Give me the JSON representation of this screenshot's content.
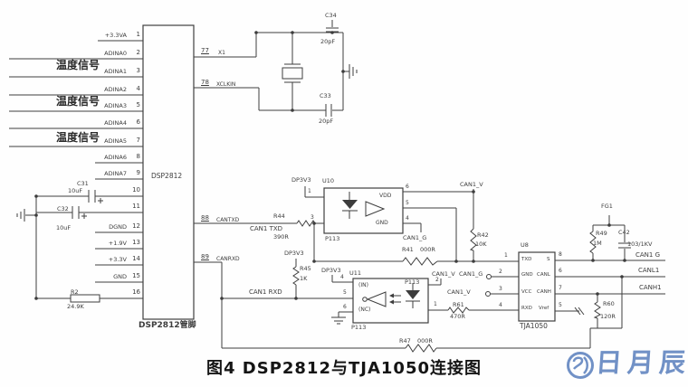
{
  "page": {
    "caption": "图4 DSP2812与TJA1050连接图",
    "watermark_text": "日月辰",
    "ink_color": "#3c3c3c",
    "watermark_color": "#7191c6"
  },
  "dsp": {
    "ref": "DSP2812",
    "footer": "DSP2812管脚",
    "temp_signals": [
      "温度信号",
      "温度信号",
      "温度信号"
    ],
    "pins_left": [
      {
        "num": "1",
        "label": "+3.3VA"
      },
      {
        "num": "2",
        "label": "ADINA0"
      },
      {
        "num": "3",
        "label": "ADINA1"
      },
      {
        "num": "4",
        "label": "ADINA2"
      },
      {
        "num": "5",
        "label": "ADINA3"
      },
      {
        "num": "6",
        "label": "ADINA4"
      },
      {
        "num": "7",
        "label": "ADINA5"
      },
      {
        "num": "8",
        "label": "ADINA6"
      },
      {
        "num": "9",
        "label": "ADINA7"
      },
      {
        "num": "10",
        "label": ""
      },
      {
        "num": "11",
        "label": ""
      },
      {
        "num": "12",
        "label": "DGND"
      },
      {
        "num": "13",
        "label": "+1.9V"
      },
      {
        "num": "14",
        "label": "+3.3V"
      },
      {
        "num": "15",
        "label": "GND"
      },
      {
        "num": "16",
        "label": ""
      }
    ],
    "pins_right": [
      {
        "num": "77",
        "label": "X1"
      },
      {
        "num": "78",
        "label": "XCLKIN"
      },
      {
        "num": "88",
        "label": "CANTXD"
      },
      {
        "num": "89",
        "label": "CANRXD"
      }
    ]
  },
  "passives": {
    "c31": {
      "ref": "C31",
      "value": "10uF"
    },
    "c32": {
      "ref": "C32",
      "value": "10uF"
    },
    "r2": {
      "ref": "R2",
      "value": "24.9K"
    },
    "c34": {
      "ref": "C34",
      "value": "20pF"
    },
    "c33": {
      "ref": "C33",
      "value": "20pF"
    }
  },
  "tx": {
    "r44": {
      "ref": "R44",
      "value": "390R"
    },
    "net": "CAN1 TXD",
    "rail": "DP3V3",
    "u10": {
      "ref": "U10",
      "part": "P113",
      "vdd": "VDD",
      "gnd": "GND",
      "pins": {
        "p1": "1",
        "p3": "3",
        "p4": "4",
        "p5": "5",
        "p6": "6"
      }
    },
    "r42": {
      "ref": "R42",
      "value": "10K"
    },
    "can1_v": "CAN1_V",
    "can1_g": "CAN1_G",
    "r41": {
      "ref": "R41",
      "value": "000R"
    }
  },
  "rx": {
    "net": "CAN1 RXD",
    "rail1": "DP3V3",
    "rail2": "DP3V3",
    "r45": {
      "ref": "R45",
      "value": "1K"
    },
    "u11": {
      "ref": "U11",
      "part": "P113",
      "part_inner": "P113",
      "in_label": "(IN)",
      "nc_label": "(NC)",
      "pins": {
        "p1": "1",
        "p2": "2",
        "p4": "4",
        "p5": "5",
        "p6": "6"
      }
    },
    "r61": {
      "ref": "R61",
      "value": "470R"
    },
    "r47": {
      "ref": "R47",
      "value": "000R"
    },
    "can1_v_top": "CAN1_V",
    "can1_g_term": "CAN1_G",
    "can1_v_term": "CAN1_V"
  },
  "tja": {
    "ref": "U8",
    "part": "TJA1050",
    "pins_left": [
      {
        "num": "1",
        "name": "TXD"
      },
      {
        "num": "2",
        "name": "GND"
      },
      {
        "num": "3",
        "name": "VCC"
      },
      {
        "num": "4",
        "name": "RXD"
      }
    ],
    "pins_right": [
      {
        "num": "8",
        "name": "S"
      },
      {
        "num": "6",
        "name": "CANL"
      },
      {
        "num": "7",
        "name": "CANH"
      },
      {
        "num": "5",
        "name": "Vref"
      }
    ]
  },
  "bus": {
    "fg": "FG1",
    "r49": {
      "ref": "R49",
      "value": "1M"
    },
    "c42": {
      "ref": "C42",
      "value": "103/1KV"
    },
    "r60": {
      "ref": "R60",
      "value": "120R"
    },
    "nets": {
      "can1g": "CAN1 G",
      "canl1": "CANL1",
      "canh1": "CANH1"
    }
  }
}
